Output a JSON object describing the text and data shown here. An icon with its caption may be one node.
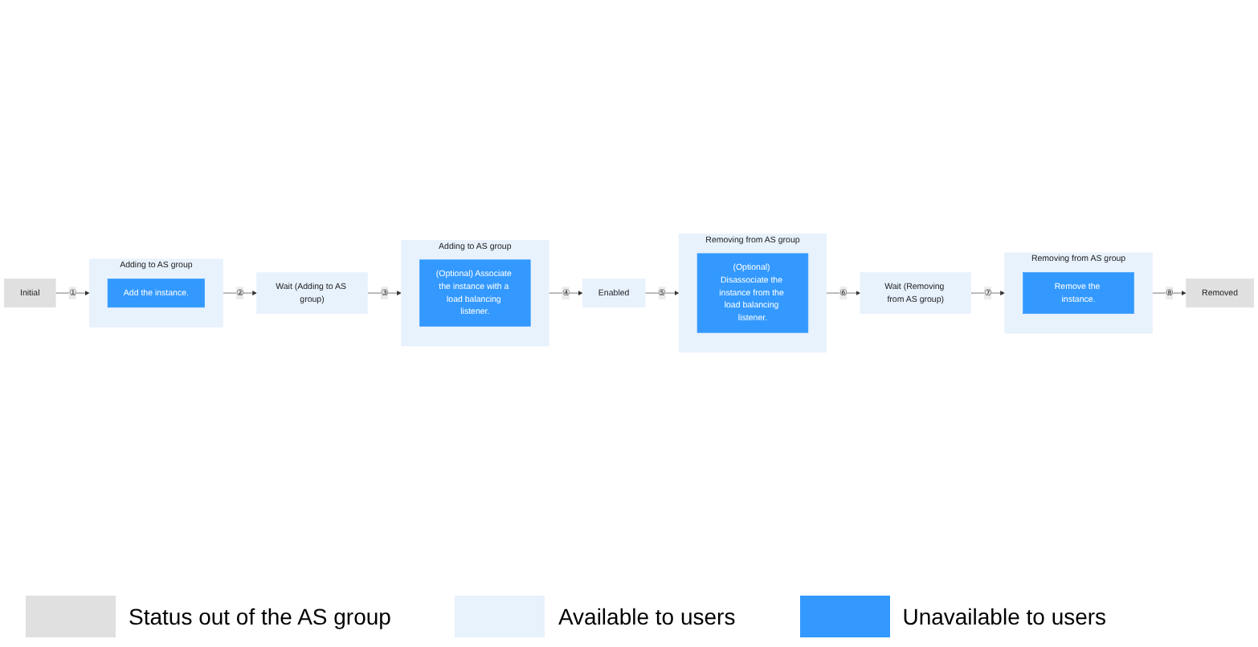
{
  "diagram": {
    "nodes": [
      {
        "text": [
          "Initial"
        ]
      },
      {
        "text": [
          "Adding to AS group"
        ]
      },
      {
        "text": [
          "Add the instance."
        ],
        "in": 1
      },
      {
        "text": [
          "Wait (Adding to AS group)"
        ]
      },
      {
        "text": [
          "Adding to AS group"
        ]
      },
      {
        "text": [
          "(Optional) Associate the instance with a load balancing listener."
        ],
        "in": 4
      },
      {
        "text": [
          "Enabled"
        ]
      },
      {
        "text": [
          "Removing from AS group"
        ]
      },
      {
        "text": [
          "(Optional) Disassociate the instance from the load balancing listener."
        ],
        "in": 7
      },
      {
        "text": [
          "Wait (Removing from AS group)"
        ]
      },
      {
        "text": [
          "Removing from AS group"
        ]
      },
      {
        "text": [
          "Remove the instance."
        ],
        "in": 10
      },
      {
        "text": [
          "Removed"
        ]
      }
    ],
    "edges": [
      {
        "from": 0,
        "to": 1,
        "arrow": "to",
        "label": "①"
      },
      {
        "from": 1,
        "to": 3,
        "arrow": "to",
        "label": "②"
      },
      {
        "from": 3,
        "to": 4,
        "arrow": "to",
        "label": "③"
      },
      {
        "from": 4,
        "to": 6,
        "arrow": "to",
        "label": "④"
      },
      {
        "from": 6,
        "to": 7,
        "arrow": "to",
        "label": "⑤"
      },
      {
        "from": 7,
        "to": 9,
        "arrow": "to",
        "label": "⑥"
      },
      {
        "from": 9,
        "to": 10,
        "arrow": "to",
        "label": "⑦"
      },
      {
        "from": 10,
        "to": 12,
        "arrow": "to",
        "label": "⑧"
      }
    ],
    "legend": [
      {
        "text": "Status out of the AS group",
        "color": "#e0e0e0"
      },
      {
        "text": "Available to users",
        "color": "#e8f2fd"
      },
      {
        "text": "Unavailable to users",
        "color": "#3399ff"
      }
    ]
  }
}
